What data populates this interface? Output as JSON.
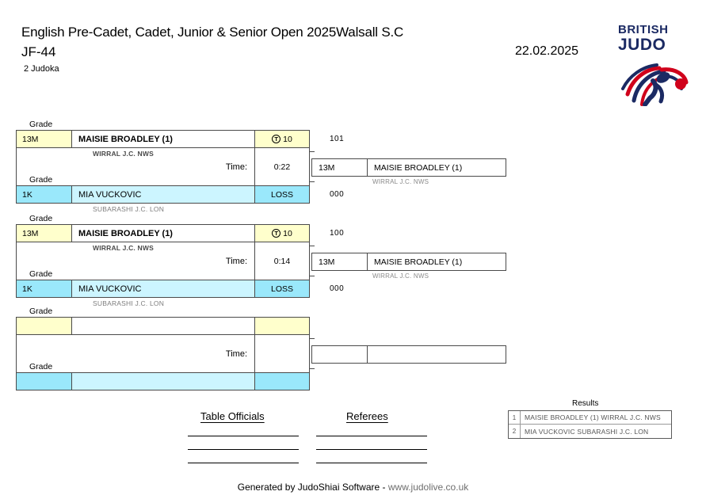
{
  "header": {
    "title": "English Pre-Cadet, Cadet, Junior & Senior Open 2025Walsall S.C",
    "category": "JF-44",
    "date": "22.02.2025",
    "judoka_count": "2 Judoka"
  },
  "logo": {
    "line1": "BRITISH",
    "line2": "JUDO"
  },
  "labels": {
    "grade": "Grade",
    "time": "Time:",
    "loss": "LOSS",
    "ippon_mark": "T"
  },
  "matches": [
    {
      "top": {
        "grade": "13M",
        "name": "MAISIE BROADLEY (1)",
        "club": "WIRRAL J.C. NWS",
        "score_label": "10",
        "points": "101"
      },
      "bottom": {
        "grade": "1K",
        "name": "MIA VUCKOVIC",
        "club": "SUBARASHI J.C. LON",
        "score_label": "LOSS",
        "points": "000"
      },
      "time": "0:22",
      "winner": {
        "grade": "13M",
        "name": "MAISIE BROADLEY (1)",
        "club": "WIRRAL J.C. NWS"
      }
    },
    {
      "top": {
        "grade": "13M",
        "name": "MAISIE BROADLEY (1)",
        "club": "WIRRAL J.C. NWS",
        "score_label": "10",
        "points": "100"
      },
      "bottom": {
        "grade": "1K",
        "name": "MIA VUCKOVIC",
        "club": "SUBARASHI J.C. LON",
        "score_label": "LOSS",
        "points": "000"
      },
      "time": "0:14",
      "winner": {
        "grade": "13M",
        "name": "MAISIE BROADLEY (1)",
        "club": "WIRRAL J.C. NWS"
      }
    },
    {
      "top": {
        "grade": "",
        "name": "",
        "club": "",
        "score_label": "",
        "points": ""
      },
      "bottom": {
        "grade": "",
        "name": "",
        "club": "",
        "score_label": "",
        "points": ""
      },
      "time": "",
      "winner": {
        "grade": "",
        "name": "",
        "club": ""
      }
    }
  ],
  "signatures": {
    "table_officials": "Table Officials  ",
    "referees": "Referees  "
  },
  "results": {
    "title": "Results",
    "rows": [
      {
        "place": "1",
        "text": "MAISIE BROADLEY (1) WIRRAL J.C. NWS"
      },
      {
        "place": "2",
        "text": "MIA VUCKOVIC SUBARASHI J.C. LON"
      }
    ]
  },
  "footer": {
    "generated": "Generated by JudoShiai Software -",
    "url": "www.judolive.co.uk"
  }
}
